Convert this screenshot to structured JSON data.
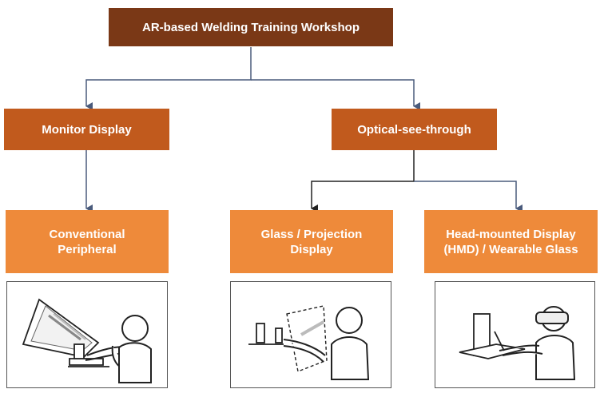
{
  "root": {
    "label": "AR-based Welding Training Workshop"
  },
  "categories": [
    {
      "label": "Monitor Display"
    },
    {
      "label": "Optical-see-through"
    }
  ],
  "types": [
    {
      "label": "Conventional\nPeripheral"
    },
    {
      "label": "Glass / Projection\nDisplay"
    },
    {
      "label": "Head-mounted Display\n(HMD) / Wearable Glass"
    }
  ],
  "colors": {
    "root_fill": "#7a3816",
    "category_fill": "#c15a1d",
    "type_fill": "#ee8a3a",
    "connector": "#4a5b7c",
    "panel_border": "#555555"
  },
  "illustrations": [
    {
      "icon": "monitor-welder-illustration"
    },
    {
      "icon": "glass-projection-welder-illustration"
    },
    {
      "icon": "hmd-welder-illustration"
    }
  ]
}
